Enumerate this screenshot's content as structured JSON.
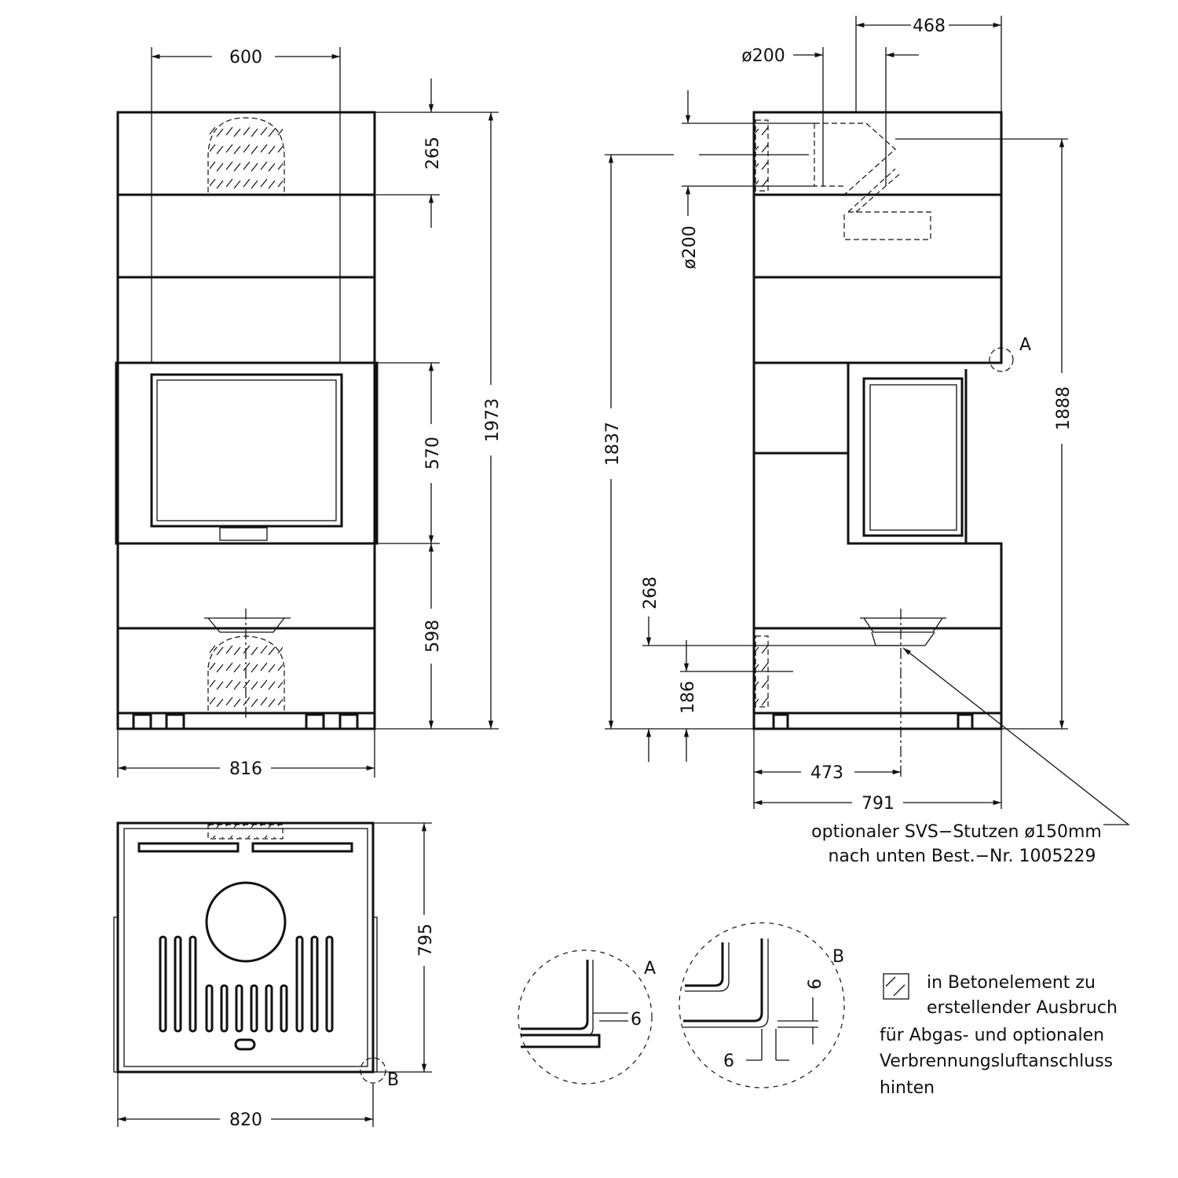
{
  "front_view": {
    "width_top": "600",
    "h_top_band": "265",
    "h_firebox": "570",
    "h_bottom": "598",
    "h_total": "1973",
    "width_total": "816"
  },
  "side_view": {
    "depth_top": "468",
    "flue_diameter_top": "ø200",
    "flue_diameter_side": "ø200",
    "h_flue_center": "1837",
    "h_total": "1888",
    "h_lower_connection": "268",
    "h_air_inlet": "186",
    "depth_to_connection": "473",
    "depth_total": "791",
    "detail_marker": "A"
  },
  "top_view": {
    "depth": "795",
    "width": "820",
    "detail_marker": "B"
  },
  "detail_a": {
    "label": "A",
    "dim": "6"
  },
  "detail_b": {
    "label": "B",
    "dim_vertical": "6",
    "dim_horizontal": "6"
  },
  "annotation": {
    "line1": "optionaler SVS−Stutzen ø150mm",
    "line2": "nach unten Best.−Nr. 1005229"
  },
  "legend": {
    "icon": "hatched-square-icon",
    "lines": [
      "in Betonelement zu",
      "erstellender Ausbruch",
      "für Abgas- und optionalen",
      "Verbrennungsluftanschluss",
      "hinten"
    ]
  }
}
